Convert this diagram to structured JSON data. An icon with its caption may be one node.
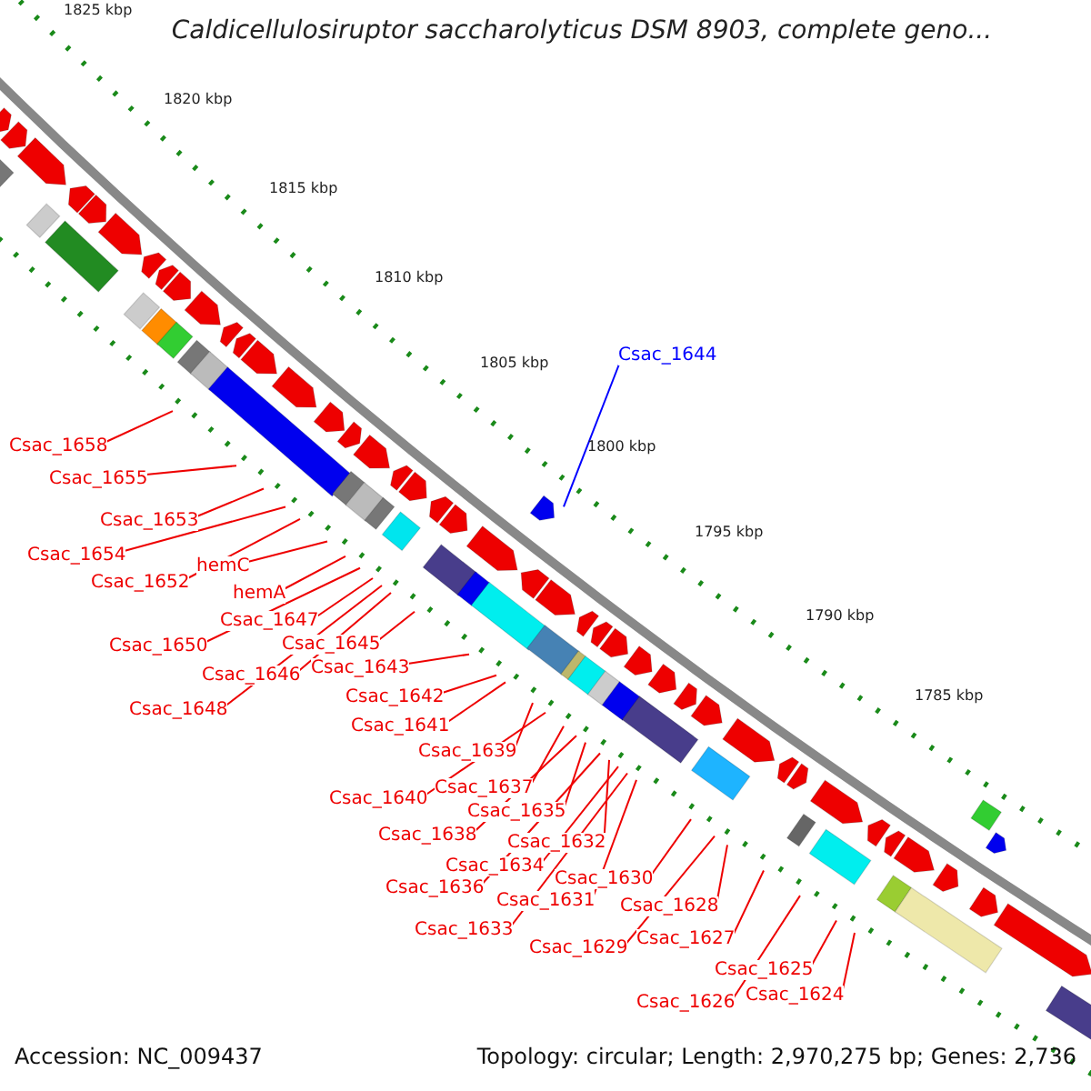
{
  "diagram": {
    "title": "Caldicellulosiruptor saccharolyticus DSM 8903, complete geno...",
    "nodes": [
      {
        "text": [
          "Csac_1644"
        ]
      },
      {
        "text": [
          "Csac_1658"
        ]
      },
      {
        "text": [
          "Csac_1655"
        ]
      },
      {
        "text": [
          "Csac_1653"
        ]
      },
      {
        "text": [
          "Csac_1654"
        ]
      },
      {
        "text": [
          "hemC"
        ]
      },
      {
        "text": [
          "Csac_1652"
        ]
      },
      {
        "text": [
          "hemA"
        ]
      },
      {
        "text": [
          "Csac_1647"
        ]
      },
      {
        "text": [
          "Csac_1645"
        ]
      },
      {
        "text": [
          "Csac_1650"
        ]
      },
      {
        "text": [
          "Csac_1643"
        ]
      },
      {
        "text": [
          "Csac_1646"
        ]
      },
      {
        "text": [
          "Csac_1642"
        ]
      },
      {
        "text": [
          "Csac_1648"
        ]
      },
      {
        "text": [
          "Csac_1641"
        ]
      },
      {
        "text": [
          "Csac_1639"
        ]
      },
      {
        "text": [
          "Csac_1637"
        ]
      },
      {
        "text": [
          "Csac_1640"
        ]
      },
      {
        "text": [
          "Csac_1635"
        ]
      },
      {
        "text": [
          "Csac_1638"
        ]
      },
      {
        "text": [
          "Csac_1632"
        ]
      },
      {
        "text": [
          "Csac_1634"
        ]
      },
      {
        "text": [
          "Csac_1630"
        ]
      },
      {
        "text": [
          "Csac_1636"
        ]
      },
      {
        "text": [
          "Csac_1631"
        ]
      },
      {
        "text": [
          "Csac_1628"
        ]
      },
      {
        "text": [
          "Csac_1633"
        ]
      },
      {
        "text": [
          "Csac_1627"
        ]
      },
      {
        "text": [
          "Csac_1629"
        ]
      },
      {
        "text": [
          "Csac_1625"
        ]
      },
      {
        "text": [
          "Csac_1624"
        ]
      },
      {
        "text": [
          "Csac_1626"
        ]
      }
    ],
    "edges": [
      {
        "from": 0,
        "to": null,
        "arrow": "none",
        "color": "#0000ff"
      },
      {
        "from": 1,
        "to": null,
        "arrow": "none"
      },
      {
        "from": 2,
        "to": null,
        "arrow": "none"
      },
      {
        "from": 3,
        "to": null,
        "arrow": "none"
      },
      {
        "from": 4,
        "to": null,
        "arrow": "none"
      },
      {
        "from": 5,
        "to": null,
        "arrow": "none"
      },
      {
        "from": 6,
        "to": null,
        "arrow": "none"
      },
      {
        "from": 7,
        "to": null,
        "arrow": "none"
      },
      {
        "from": 8,
        "to": null,
        "arrow": "none"
      },
      {
        "from": 9,
        "to": null,
        "arrow": "none"
      },
      {
        "from": 10,
        "to": null,
        "arrow": "none"
      },
      {
        "from": 11,
        "to": null,
        "arrow": "none"
      },
      {
        "from": 12,
        "to": null,
        "arrow": "none"
      },
      {
        "from": 13,
        "to": null,
        "arrow": "none"
      },
      {
        "from": 14,
        "to": null,
        "arrow": "none"
      },
      {
        "from": 15,
        "to": null,
        "arrow": "none"
      },
      {
        "from": 16,
        "to": null,
        "arrow": "none"
      },
      {
        "from": 17,
        "to": null,
        "arrow": "none"
      },
      {
        "from": 18,
        "to": null,
        "arrow": "none"
      },
      {
        "from": 19,
        "to": null,
        "arrow": "none"
      },
      {
        "from": 20,
        "to": null,
        "arrow": "none"
      },
      {
        "from": 21,
        "to": null,
        "arrow": "none"
      },
      {
        "from": 22,
        "to": null,
        "arrow": "none"
      },
      {
        "from": 23,
        "to": null,
        "arrow": "none"
      },
      {
        "from": 24,
        "to": null,
        "arrow": "none"
      },
      {
        "from": 25,
        "to": null,
        "arrow": "none"
      },
      {
        "from": 26,
        "to": null,
        "arrow": "none"
      },
      {
        "from": 27,
        "to": null,
        "arrow": "none"
      },
      {
        "from": 28,
        "to": null,
        "arrow": "none"
      },
      {
        "from": 29,
        "to": null,
        "arrow": "none"
      },
      {
        "from": 30,
        "to": null,
        "arrow": "none"
      },
      {
        "from": 31,
        "to": null,
        "arrow": "none"
      },
      {
        "from": 32,
        "to": null,
        "arrow": "none"
      }
    ],
    "labels": [
      "1825 kbp",
      "1820 kbp",
      "1815 kbp",
      "1810 kbp",
      "1805 kbp",
      "1800 kbp",
      "1795 kbp",
      "1790 kbp",
      "1785 kbp",
      "Accession: NC_009437",
      "Topology: circular; Length: 2,970,275 bp; Genes: 2,736"
    ]
  }
}
